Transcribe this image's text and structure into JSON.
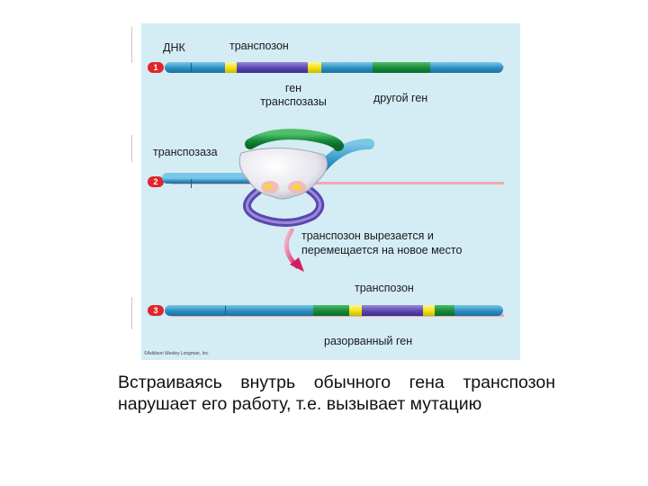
{
  "figure": {
    "labels": {
      "dna": "ДНК",
      "transposon_top": "транспозон",
      "transposase_gene": "ген\nтранспозазы",
      "other_gene": "другой ген",
      "transposase": "транспозаза",
      "transposon_moves": "транспозон вырезается и\nперемещается на новое место",
      "transposon_bottom": "транспозон",
      "broken_gene": "разорванный ген"
    },
    "steps": [
      "1",
      "2",
      "3"
    ],
    "copyright": "©Addison Wesley Longman, Inc."
  },
  "caption": "Встраиваясь внутрь обычного гена транспозон нарушает его работу, т.е. вызывает мутацию"
}
